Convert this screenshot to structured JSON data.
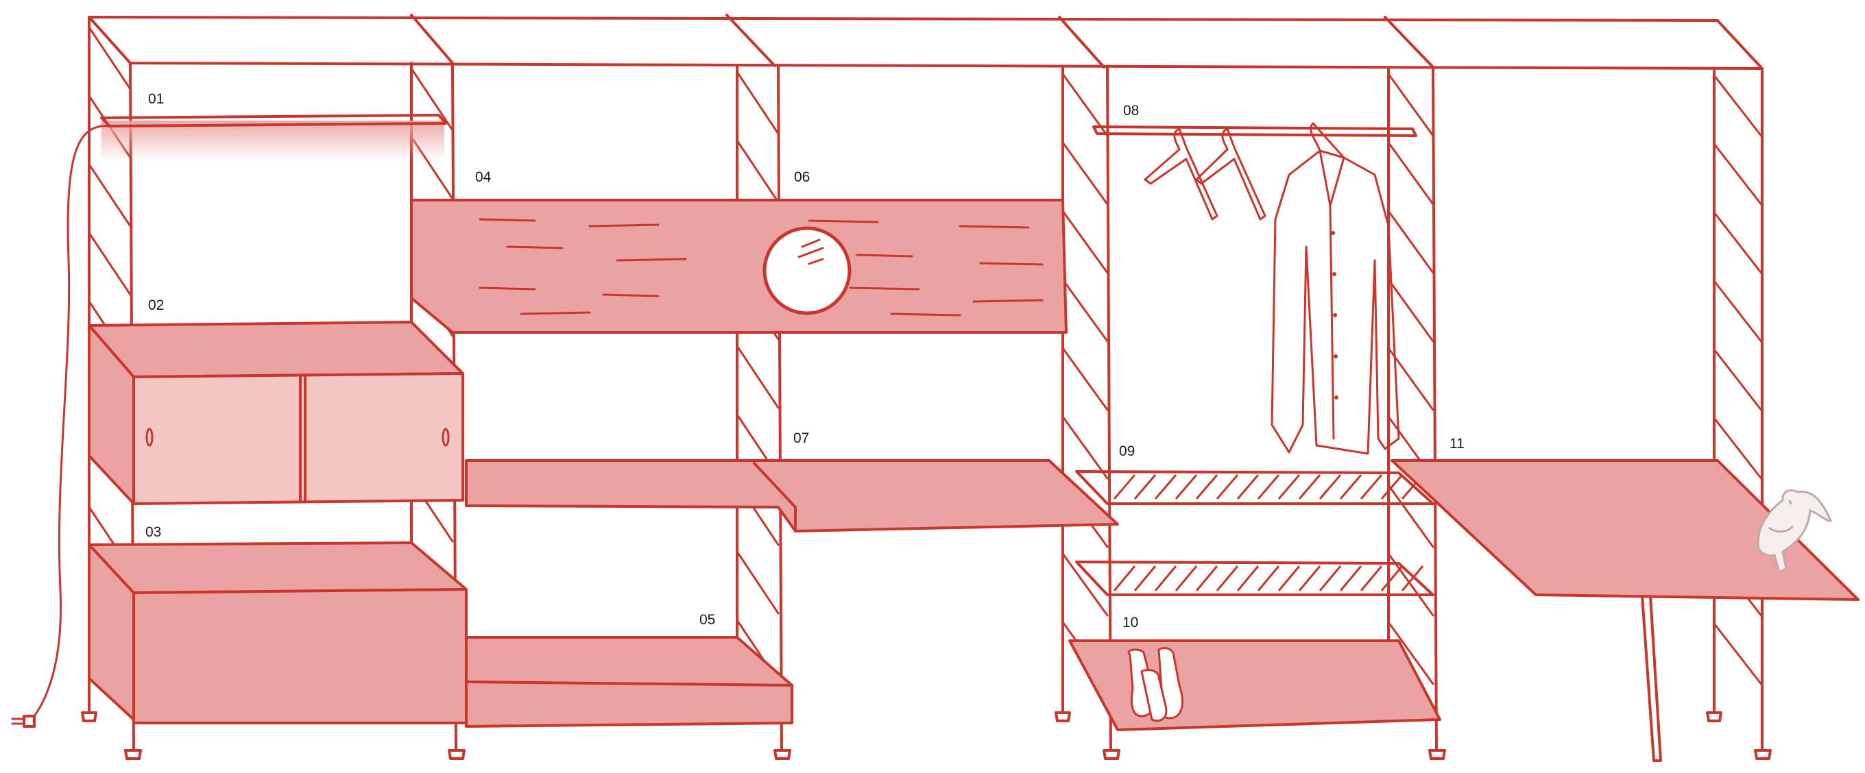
{
  "callouts": {
    "c01": "01",
    "c02": "02",
    "c03": "03",
    "c04": "04",
    "c05": "05",
    "c06": "06",
    "c07": "07",
    "c08": "08",
    "c09": "09",
    "c10": "10",
    "c11": "11"
  },
  "colors": {
    "stroke": "#c8372d",
    "fill": "#eaa3a0",
    "fill_light": "#f3c6c4",
    "background": "#ffffff"
  }
}
